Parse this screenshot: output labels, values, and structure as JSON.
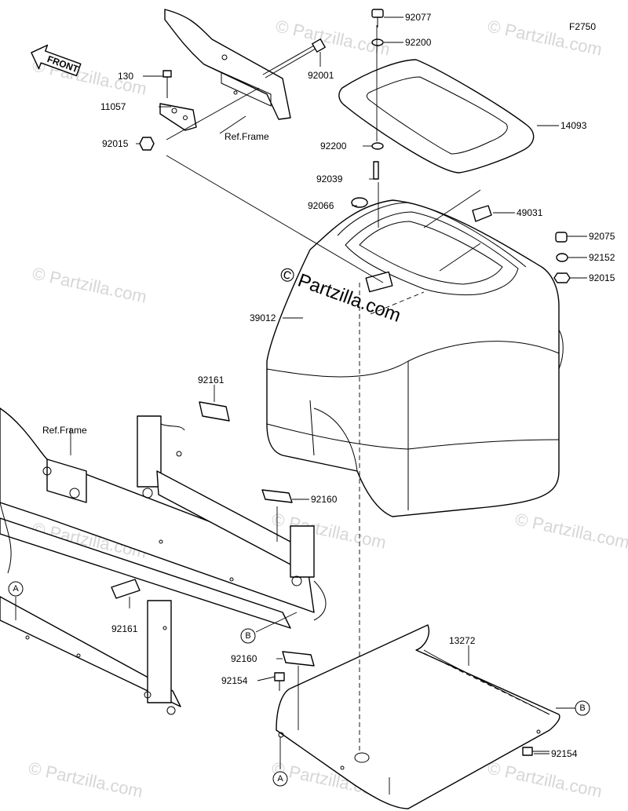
{
  "figure_code": "F2750",
  "front_label": "FRONT",
  "watermark": "© Partzilla.com",
  "center_watermark": "© Partzilla.com",
  "ref_frame_label": "Ref.Frame",
  "ref_points": {
    "a": "A",
    "b": "B"
  },
  "callouts": {
    "p92077": "92077",
    "p92200_top": "92200",
    "p92001": "92001",
    "p130": "130",
    "p11057": "11057",
    "p92015_left": "92015",
    "p14093": "14093",
    "p92200_mid": "92200",
    "p92039": "92039",
    "p92066": "92066",
    "p49031": "49031",
    "p92075": "92075",
    "p92152": "92152",
    "p92015_right": "92015",
    "p39012": "39012",
    "p92161_top": "92161",
    "p92160_mid": "92160",
    "p92161_bottom": "92161",
    "p13272": "13272",
    "p92160_bottom": "92160",
    "p92154_left": "92154",
    "p92154_right": "92154"
  }
}
